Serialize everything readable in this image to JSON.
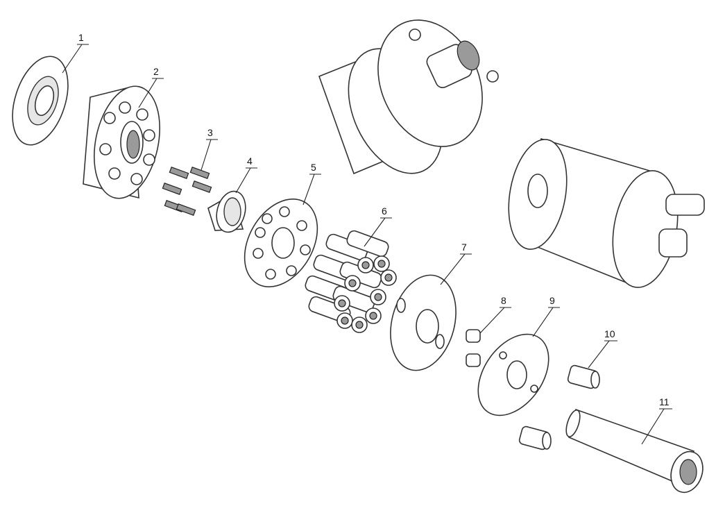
{
  "diagram": {
    "type": "exploded-parts-view",
    "callouts": [
      "1",
      "2",
      "3",
      "4",
      "5",
      "6",
      "7",
      "8",
      "9",
      "10",
      "11"
    ]
  }
}
